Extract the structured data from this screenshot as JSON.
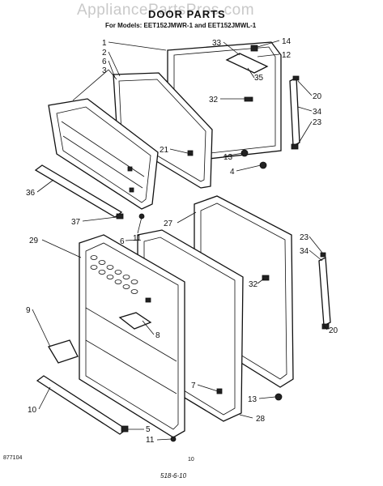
{
  "watermark": "AppliancePartsPros.com",
  "title": "DOOR PARTS",
  "subtitle": "For Models: EET152JMWR-1 and EET152JMWL-1",
  "footer": {
    "code_left": "877104",
    "page_number": "10",
    "handwritten": "518-6-10"
  },
  "callouts": {
    "c1": "1",
    "c2": "2",
    "c6a": "6",
    "c3": "3",
    "c33": "33",
    "c14a": "14",
    "c12": "12",
    "c35": "35",
    "c32a": "32",
    "c20a": "20",
    "c34a": "34",
    "c23a": "23",
    "c21": "21",
    "c13a": "13",
    "c4": "4",
    "c36": "36",
    "c37": "37",
    "c11a": "11",
    "c6b": "6",
    "c27": "27",
    "c29": "29",
    "c23b": "23",
    "c34b": "34",
    "c32b": "32",
    "c9": "9",
    "c8": "8",
    "c20b": "20",
    "c7": "7",
    "c13b": "13",
    "c28": "28",
    "c10": "10",
    "c5": "5",
    "c11b": "11"
  }
}
